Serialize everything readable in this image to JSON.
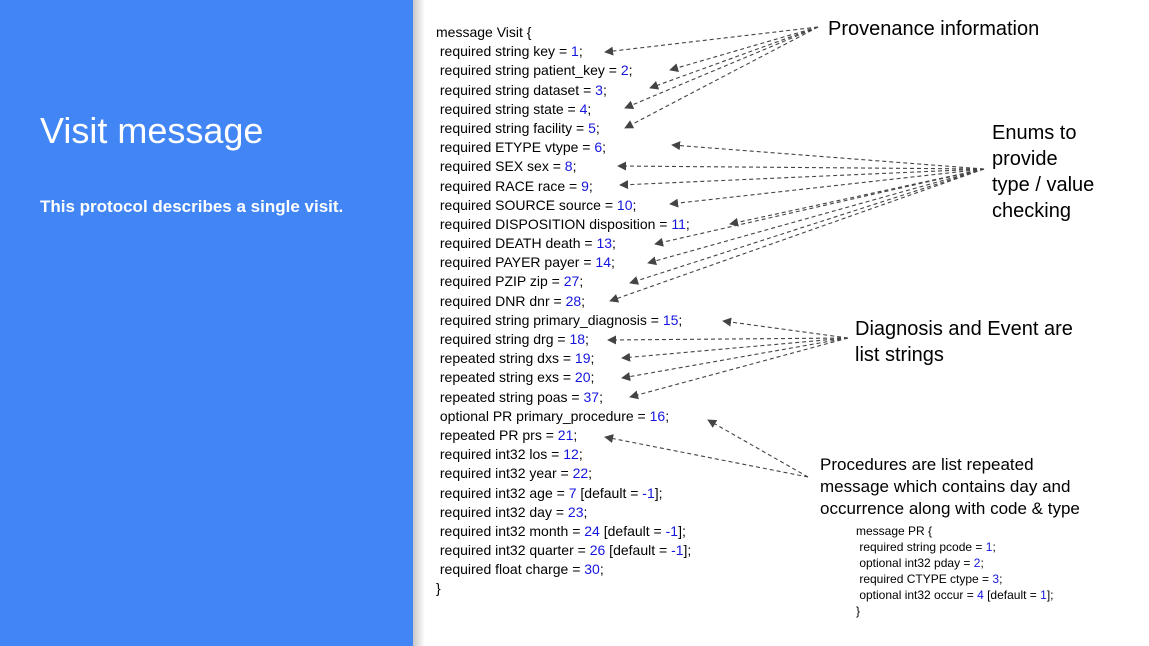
{
  "slide": {
    "title": "Visit message",
    "subtitle": "This protocol describes a single visit."
  },
  "code": {
    "header": "message Visit {",
    "footer": "}",
    "fields": [
      {
        "text": " required string key = ",
        "num": "1",
        "suffix": ";"
      },
      {
        "text": " required string patient_key = ",
        "num": "2",
        "suffix": ";"
      },
      {
        "text": " required string dataset = ",
        "num": "3",
        "suffix": ";"
      },
      {
        "text": " required string state = ",
        "num": "4",
        "suffix": ";"
      },
      {
        "text": " required string facility = ",
        "num": "5",
        "suffix": ";"
      },
      {
        "text": " required ETYPE vtype = ",
        "num": "6",
        "suffix": ";"
      },
      {
        "text": " required SEX sex = ",
        "num": "8",
        "suffix": ";"
      },
      {
        "text": " required RACE race = ",
        "num": "9",
        "suffix": ";"
      },
      {
        "text": " required SOURCE source = ",
        "num": "10",
        "suffix": ";"
      },
      {
        "text": " required DISPOSITION disposition = ",
        "num": "11",
        "suffix": ";"
      },
      {
        "text": " required DEATH death = ",
        "num": "13",
        "suffix": ";"
      },
      {
        "text": " required PAYER payer = ",
        "num": "14",
        "suffix": ";"
      },
      {
        "text": " required PZIP zip = ",
        "num": "27",
        "suffix": ";"
      },
      {
        "text": " required DNR dnr = ",
        "num": "28",
        "suffix": ";"
      },
      {
        "text": " required string primary_diagnosis = ",
        "num": "15",
        "suffix": ";"
      },
      {
        "text": " required string drg = ",
        "num": "18",
        "suffix": ";"
      },
      {
        "text": " repeated string dxs = ",
        "num": "19",
        "suffix": ";"
      },
      {
        "text": " repeated string exs = ",
        "num": "20",
        "suffix": ";"
      },
      {
        "text": " repeated string poas = ",
        "num": "37",
        "suffix": ";"
      },
      {
        "text": " optional PR primary_procedure = ",
        "num": "16",
        "suffix": ";"
      },
      {
        "text": " repeated PR prs = ",
        "num": "21",
        "suffix": ";"
      },
      {
        "text": " required int32 los = ",
        "num": "12",
        "suffix": ";"
      },
      {
        "text": " required int32 year = ",
        "num": "22",
        "suffix": ";"
      },
      {
        "text": " required int32 age = ",
        "num": "7",
        "suffix": " [default = ",
        "num2": "-1",
        "suffix2": "];"
      },
      {
        "text": " required int32 day = ",
        "num": "23",
        "suffix": ";"
      },
      {
        "text": " required int32 month = ",
        "num": "24",
        "suffix": " [default = ",
        "num2": "-1",
        "suffix2": "];"
      },
      {
        "text": " required int32 quarter = ",
        "num": "26",
        "suffix": " [default = ",
        "num2": "-1",
        "suffix2": "];"
      },
      {
        "text": " required float charge = ",
        "num": "30",
        "suffix": ";"
      }
    ]
  },
  "annotations": {
    "provenance": "Provenance information",
    "enums": [
      "Enums to",
      "provide",
      "type / value",
      "checking"
    ],
    "diagnosis": [
      "Diagnosis and Event are",
      "list strings"
    ],
    "procedures": [
      "Procedures are list repeated",
      "message which contains day and",
      "occurrence along with code & type"
    ]
  },
  "pr_message": {
    "header": "message PR {",
    "footer": "}",
    "fields": [
      {
        "text": " required string pcode = ",
        "num": "1",
        "suffix": ";"
      },
      {
        "text": " optional int32 pday = ",
        "num": "2",
        "suffix": ";"
      },
      {
        "text": " required CTYPE ctype = ",
        "num": "3",
        "suffix": ";"
      },
      {
        "text": " optional int32 occur = ",
        "num": "4",
        "suffix": " [default = ",
        "num2": "1",
        "suffix2": "];"
      }
    ]
  },
  "colors": {
    "panel": "#4285f4",
    "field_number": "#1515e0",
    "arrow": "#444444"
  }
}
